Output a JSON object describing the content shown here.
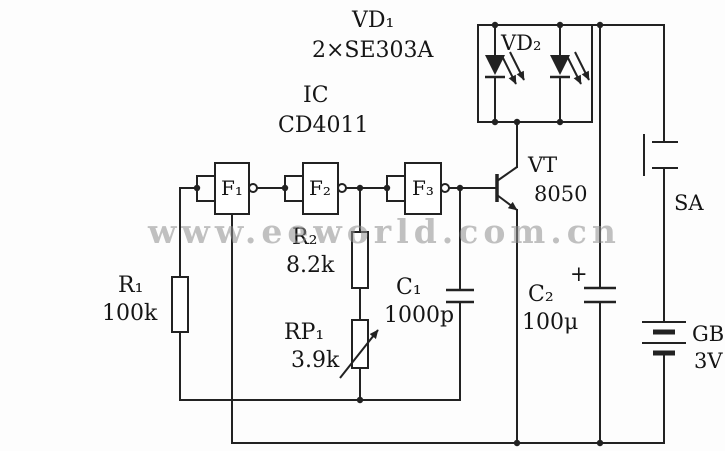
{
  "diagram": {
    "watermark": "www.eeworld.com.cn",
    "ic": {
      "label": "IC",
      "part": "CD4011"
    },
    "gates": {
      "f1": "F₁",
      "f2": "F₂",
      "f3": "F₃"
    },
    "leds": {
      "vd1": "VD₁",
      "vd1_part": "2×SE303A",
      "vd2": "VD₂"
    },
    "transistor": {
      "label": "VT",
      "part": "8050"
    },
    "resistors": {
      "r1": {
        "label": "R₁",
        "value": "100k"
      },
      "r2": {
        "label": "R₂",
        "value": "8.2k"
      },
      "rp1": {
        "label": "RP₁",
        "value": "3.9k"
      }
    },
    "capacitors": {
      "c1": {
        "label": "C₁",
        "value": "1000p"
      },
      "c2": {
        "label": "C₂",
        "value": "100μ",
        "polarity": "+"
      }
    },
    "switch": {
      "label": "SA"
    },
    "battery": {
      "label": "GB",
      "value": "3V"
    }
  }
}
